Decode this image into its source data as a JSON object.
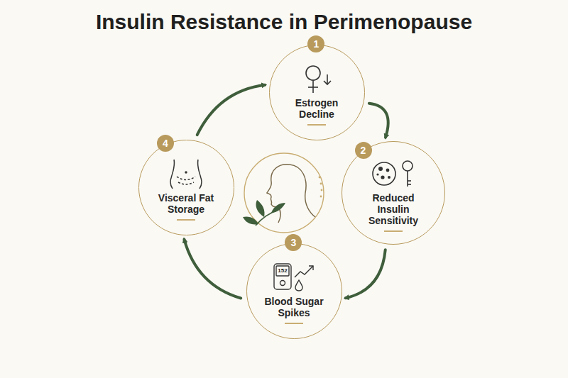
{
  "diagram": {
    "title": "Insulin Resistance in Perimenopause",
    "nodes": [
      {
        "text": [
          "1",
          "Estrogen Decline"
        ]
      },
      {
        "text": [
          "2",
          "Reduced Insulin Sensitivity"
        ]
      },
      {
        "text": [
          "3",
          "Blood Sugar Spikes"
        ]
      },
      {
        "text": [
          "4",
          "Visceral Fat Storage"
        ]
      }
    ],
    "edges": [
      {
        "from": 0,
        "to": 1,
        "arrow": "to"
      },
      {
        "from": 1,
        "to": 2,
        "arrow": "to"
      },
      {
        "from": 2,
        "to": 3,
        "arrow": "to"
      },
      {
        "from": 3,
        "to": 0,
        "arrow": "to"
      }
    ],
    "labels": [
      "152"
    ]
  }
}
